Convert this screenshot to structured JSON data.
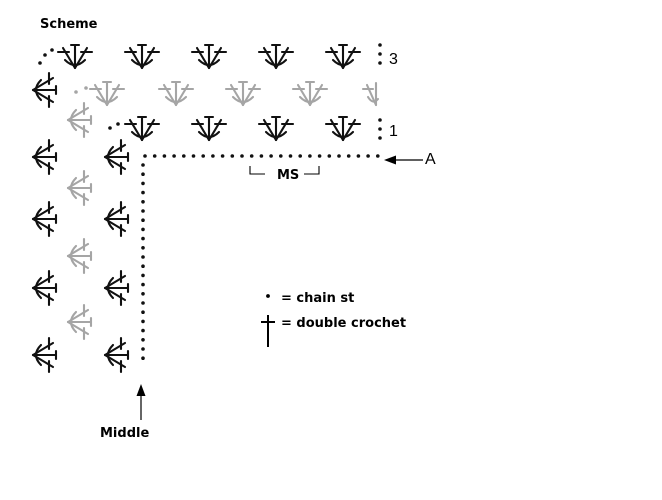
{
  "title": "Scheme",
  "row_labels": {
    "row1": "1",
    "row3": "3"
  },
  "start_label": "A",
  "repeat_label": "MS",
  "middle_label": "Middle",
  "legend": {
    "chain_st": "= chain st",
    "double_crochet": "= double crochet"
  },
  "colors": {
    "dark": "#111111",
    "gray": "#a5a5a5",
    "background": "#ffffff"
  },
  "icons": {
    "chain": "chain-stitch-dot-icon",
    "double_crochet": "double-crochet-icon",
    "shell": "dc-shell-icon"
  }
}
